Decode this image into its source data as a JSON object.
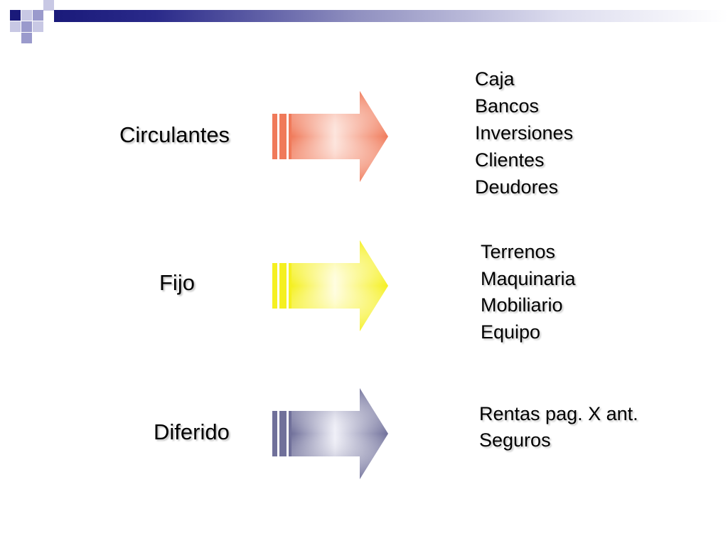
{
  "categories": [
    {
      "label": "Circulantes",
      "color": "#f07a5a",
      "items": [
        "Caja",
        "Bancos",
        "Inversiones",
        "Clientes",
        "Deudores"
      ]
    },
    {
      "label": "Fijo",
      "color": "#f5f020",
      "items": [
        "Terrenos",
        "Maquinaria",
        "Mobiliario",
        "Equipo"
      ]
    },
    {
      "label": "Diferido",
      "color": "#70709a",
      "items": [
        "Rentas pag. X ant.",
        "Seguros"
      ]
    }
  ],
  "theme": {
    "header_dark": "#1a1a7a",
    "header_light": "#ffffff"
  }
}
